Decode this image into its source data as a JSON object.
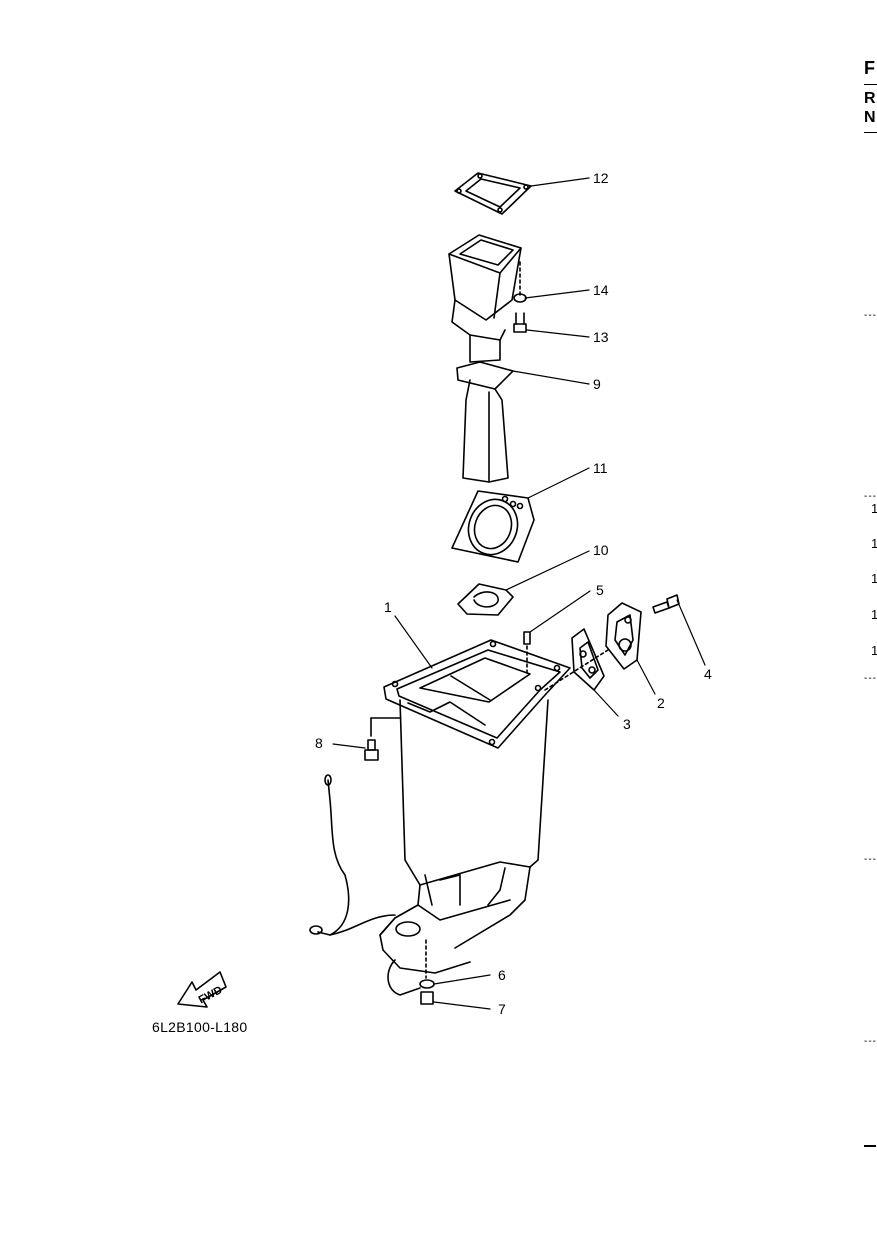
{
  "diagram": {
    "callouts": [
      "1",
      "2",
      "3",
      "4",
      "5",
      "6",
      "7",
      "8",
      "9",
      "10",
      "11",
      "12",
      "13",
      "14"
    ],
    "fwd_label": "FWD",
    "code": "6L2B100-L180"
  },
  "edge": {
    "letters": [
      "F",
      "R",
      "N"
    ],
    "numbers": [
      "1",
      "1",
      "1",
      "1",
      "1"
    ],
    "dash": "---"
  }
}
